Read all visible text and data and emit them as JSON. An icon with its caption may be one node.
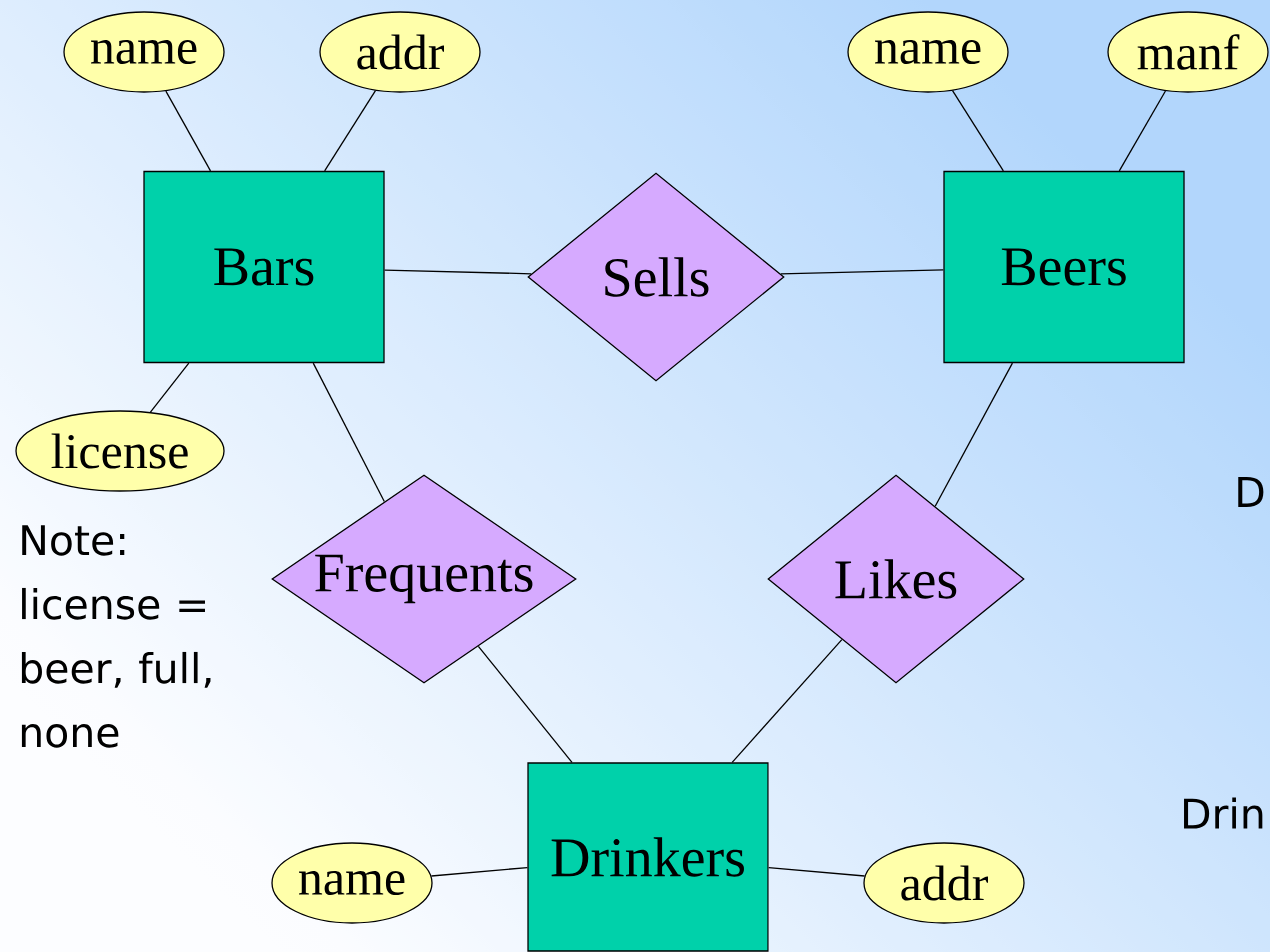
{
  "diagram": {
    "nodes": [
      {
        "text": [
          "Bars"
        ]
      },
      {
        "text": [
          "Beers"
        ]
      },
      {
        "text": [
          "Drinkers"
        ]
      },
      {
        "text": [
          "Sells"
        ]
      },
      {
        "text": [
          "Frequents"
        ]
      },
      {
        "text": [
          "Likes"
        ]
      },
      {
        "text": [
          "name"
        ]
      },
      {
        "text": [
          "addr"
        ]
      },
      {
        "text": [
          "license"
        ]
      },
      {
        "text": [
          "name"
        ]
      },
      {
        "text": [
          "manf"
        ]
      },
      {
        "text": [
          "name"
        ]
      },
      {
        "text": [
          "addr"
        ]
      }
    ],
    "edges": [
      {
        "from": 6,
        "to": 0,
        "arrow": "none"
      },
      {
        "from": 7,
        "to": 0,
        "arrow": "none"
      },
      {
        "from": 8,
        "to": 0,
        "arrow": "none"
      },
      {
        "from": 0,
        "to": 3,
        "arrow": "none"
      },
      {
        "from": 3,
        "to": 1,
        "arrow": "none"
      },
      {
        "from": 9,
        "to": 1,
        "arrow": "none"
      },
      {
        "from": 10,
        "to": 1,
        "arrow": "none"
      },
      {
        "from": 0,
        "to": 4,
        "arrow": "none"
      },
      {
        "from": 4,
        "to": 2,
        "arrow": "none"
      },
      {
        "from": 1,
        "to": 5,
        "arrow": "none"
      },
      {
        "from": 5,
        "to": 2,
        "arrow": "none"
      },
      {
        "from": 11,
        "to": 2,
        "arrow": "none"
      },
      {
        "from": 2,
        "to": 12,
        "arrow": "none"
      }
    ],
    "labels": [
      "Note: license = beer, full, none",
      "D",
      "Drin"
    ]
  }
}
